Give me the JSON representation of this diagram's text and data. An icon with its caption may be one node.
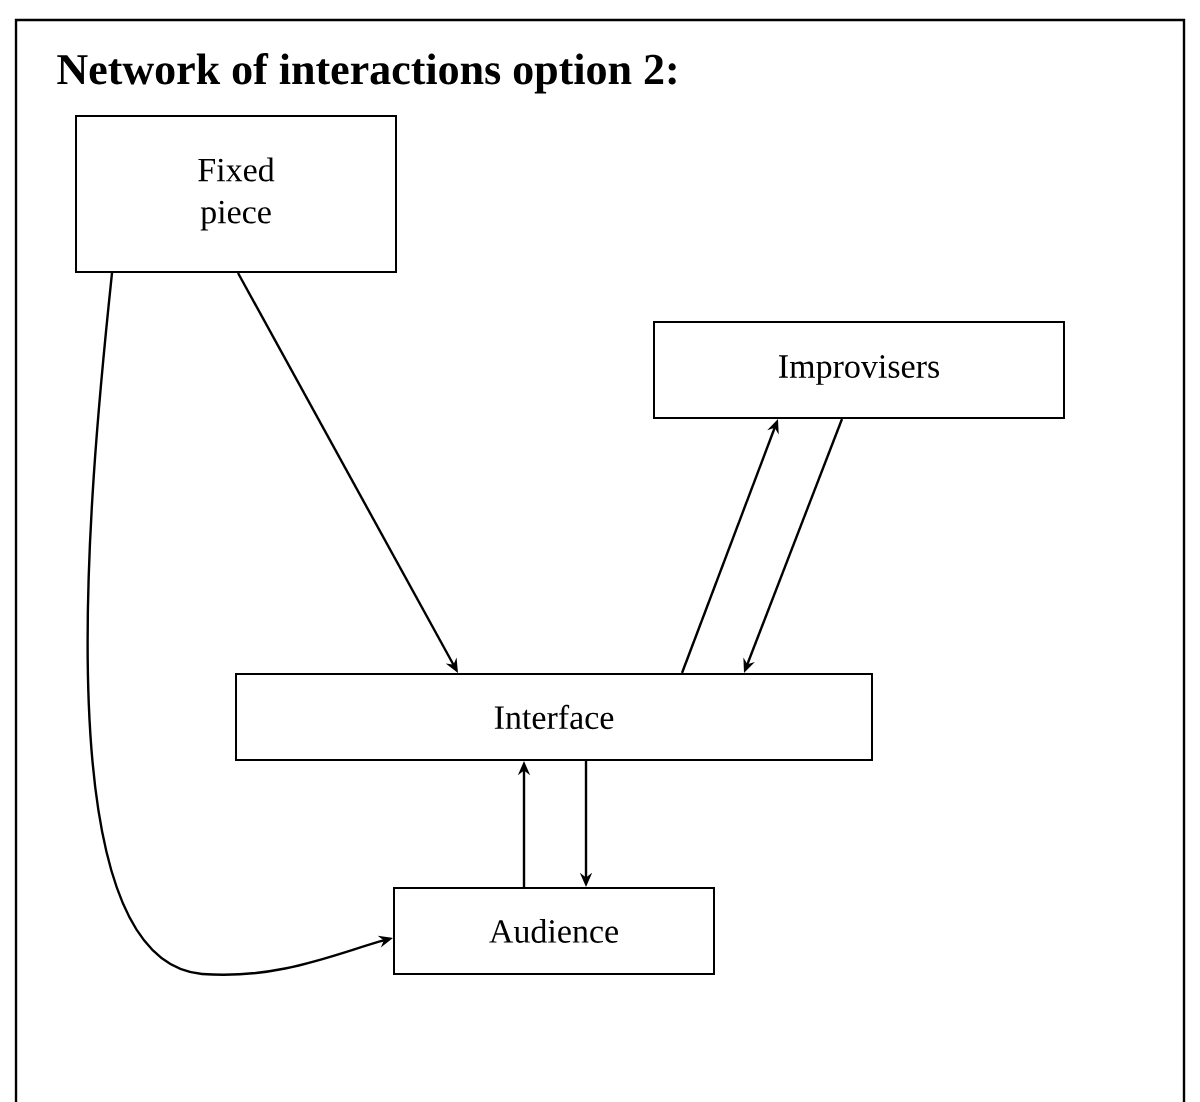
{
  "diagram": {
    "title": "Network of interactions option 2:",
    "nodes": [
      {
        "text": [
          "Fixed piece"
        ]
      },
      {
        "text": [
          "Improvisers"
        ]
      },
      {
        "text": [
          "Interface"
        ]
      },
      {
        "text": [
          "Audience"
        ]
      }
    ],
    "edges": [
      {
        "from": 0,
        "to": 2,
        "arrow": "to"
      },
      {
        "from": 2,
        "to": 1,
        "arrow": "to"
      },
      {
        "from": 1,
        "to": 2,
        "arrow": "to"
      },
      {
        "from": 3,
        "to": 2,
        "arrow": "to"
      },
      {
        "from": 2,
        "to": 3,
        "arrow": "to"
      },
      {
        "from": 0,
        "to": 3,
        "arrow": "to"
      }
    ]
  }
}
